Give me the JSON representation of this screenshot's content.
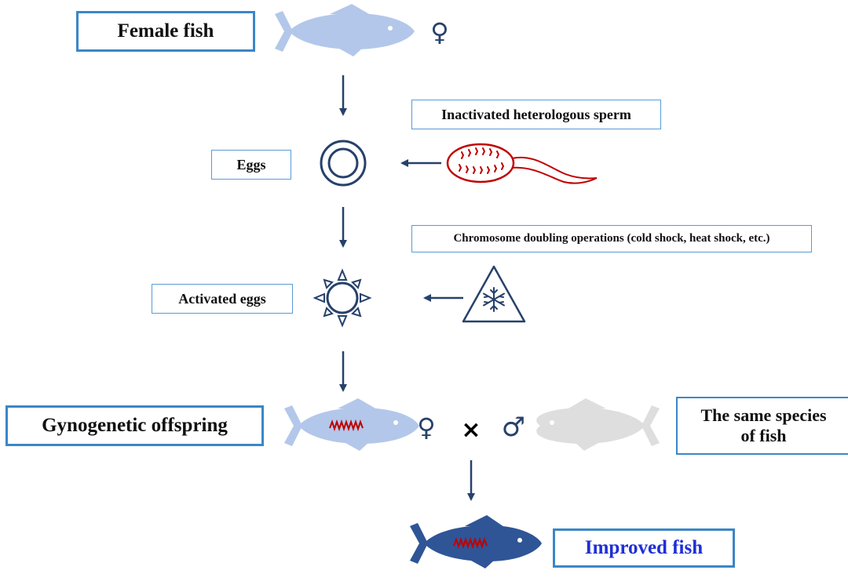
{
  "labels": {
    "female_fish": "Female fish",
    "sperm": "Inactivated heterologous sperm",
    "eggs": "Eggs",
    "chromosome": "Chromosome doubling operations (cold shock, heat shock, etc.)",
    "activated_eggs": "Activated eggs",
    "gynogenetic": "Gynogenetic offspring",
    "same_species_line1": "The same species",
    "same_species_line2": "of fish",
    "improved_fish": "Improved fish"
  },
  "symbols": {
    "female": "♀",
    "male": "♂",
    "cross": "×"
  },
  "colors": {
    "box_border": "#3b86c8",
    "arrow": "#27416b",
    "fish_light": "#b3c7ea",
    "fish_gray": "#dedede",
    "fish_dark": "#2f5597",
    "chromosome_red": "#c00000",
    "improved_text": "#1f2fd6"
  }
}
